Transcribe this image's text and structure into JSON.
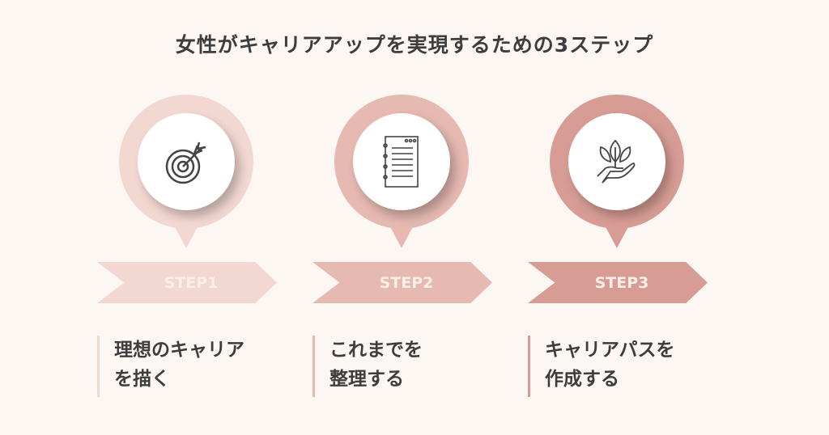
{
  "title": "女性がキャリアアップを実現するための3ステップ",
  "colors": {
    "background": "#fdf7f3",
    "step1": "#f3d8d2",
    "step2": "#e6b9b1",
    "step3": "#d79d95",
    "text": "#3d3d3d"
  },
  "steps": [
    {
      "label": "STEP1",
      "icon": "target-icon",
      "text": "理想のキャリア\nを描く"
    },
    {
      "label": "STEP2",
      "icon": "notepad-icon",
      "text": "これまでを\n整理する"
    },
    {
      "label": "STEP3",
      "icon": "plant-in-hand-icon",
      "text": "キャリアパスを\n作成する"
    }
  ]
}
